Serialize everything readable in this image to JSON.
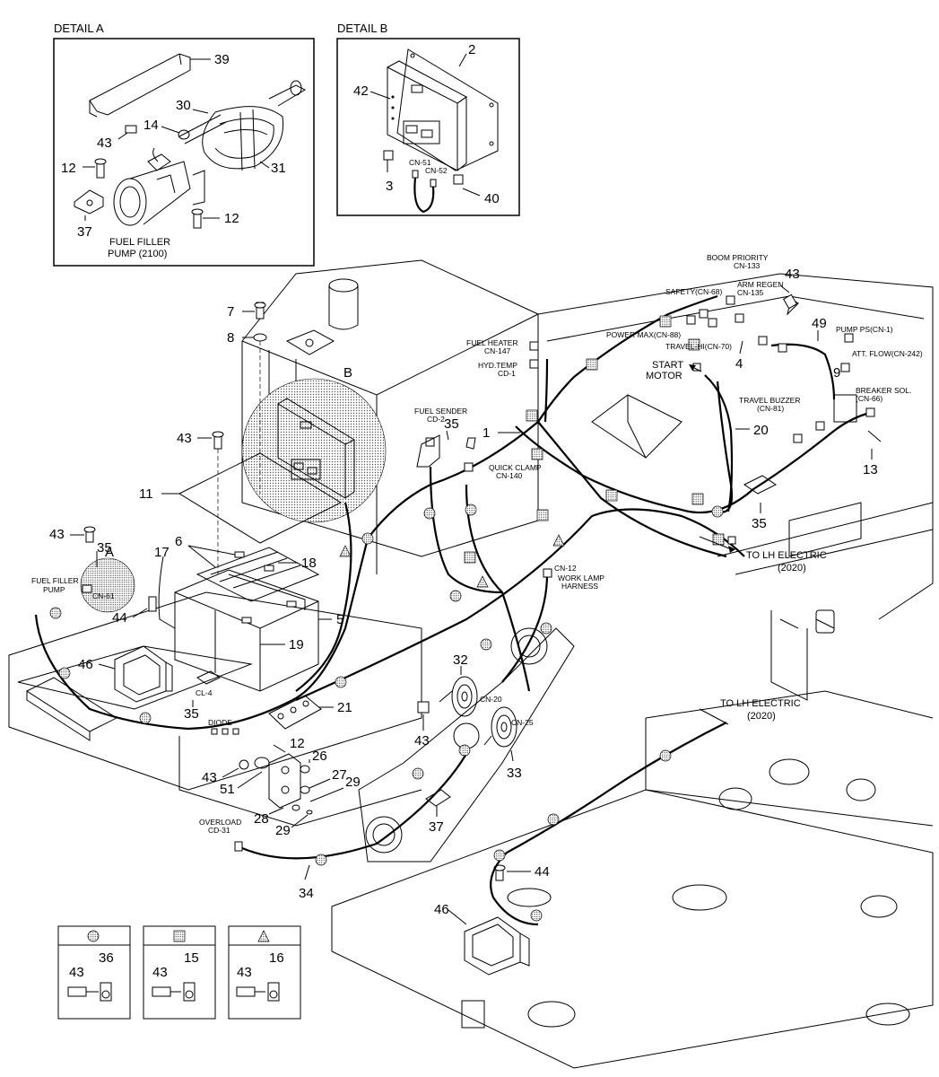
{
  "detail_a": {
    "title": "DETAIL  A",
    "caption_line1": "FUEL FILLER",
    "caption_line2": "PUMP (2100)",
    "callouts": [
      "39",
      "30",
      "14",
      "43",
      "12",
      "31",
      "37",
      "12"
    ]
  },
  "detail_b": {
    "title": "DETAIL B",
    "callouts": [
      "2",
      "42",
      "3",
      "40"
    ],
    "connectors": [
      "CN-51",
      "CN-52"
    ]
  },
  "main_labels": {
    "fuel_heater_1": "FUEL HEATER",
    "fuel_heater_2": "CN-147",
    "hyd_temp_1": "HYD.TEMP",
    "hyd_temp_2": "CD-1",
    "boom_priority_1": "BOOM PRIORITY",
    "boom_priority_2": "CN-133",
    "arm_regen_1": "ARM REGEN",
    "arm_regen_2": "CN-135",
    "safety": "SAFETY(CN-68)",
    "power_max": "POWER MAX(CN-88)",
    "travel_hi": "TRAVEL-HI(CN-70)",
    "pump_ps": "PUMP PS(CN-1)",
    "att_flow": "ATT. FLOW(CN-242)",
    "start_motor_1": "START",
    "start_motor_2": "MOTOR",
    "travel_buzzer_1": "TRAVEL BUZZER",
    "travel_buzzer_2": "(CN-81)",
    "breaker_sol_1": "BREAKER SOL.",
    "breaker_sol_2": "(CN-66)",
    "fuel_sender_1": "FUEL SENDER",
    "fuel_sender_2": "CD-2",
    "quick_clamp_1": "QUICK CLAMP",
    "quick_clamp_2": "CN-140",
    "to_lh_electric_1a": "TO LH ELECTRIC",
    "to_lh_electric_1b": "(2020)",
    "to_lh_electric_2a": "TO LH ELECTRIC",
    "to_lh_electric_2b": "(2020)",
    "cn12": "CN-12",
    "work_lamp_1": "WORK LAMP",
    "work_lamp_2": "HARNESS",
    "fuel_filler_pump_1": "FUEL FILLER",
    "fuel_filler_pump_2": "PUMP",
    "cn61": "CN-61",
    "cl4": "CL-4",
    "diode": "DIODE",
    "cn20": "CN-20",
    "cn25": "CN-25",
    "overload_1": "OVERLOAD",
    "overload_2": "CD-31",
    "detail_a_marker": "A",
    "detail_b_marker": "B"
  },
  "main_callouts": {
    "n7": "7",
    "n8": "8",
    "n43a": "43",
    "n11": "11",
    "n43b": "43",
    "n35a": "35",
    "n17": "17",
    "n6": "6",
    "n18": "18",
    "n44a": "44",
    "n5": "5",
    "n19": "19",
    "n46a": "46",
    "n35b": "35",
    "n21": "21",
    "n12": "12",
    "n26": "26",
    "n43c": "43",
    "n51": "51",
    "n27": "27",
    "n29a": "29",
    "n28": "28",
    "n29b": "29",
    "n34": "34",
    "n32": "32",
    "n43d": "43",
    "n33": "33",
    "n37": "37",
    "n44b": "44",
    "n46b": "46",
    "n43e": "43",
    "n49": "49",
    "n4": "4",
    "n9": "9",
    "n1": "1",
    "n35c": "35",
    "n20": "20",
    "n13": "13",
    "n35d": "35"
  },
  "legend": [
    {
      "symbol": "circle-dotted",
      "parts": [
        "43",
        "36"
      ]
    },
    {
      "symbol": "square-dotted",
      "parts": [
        "43",
        "15"
      ]
    },
    {
      "symbol": "triangle-dotted",
      "parts": [
        "43",
        "16"
      ]
    }
  ]
}
